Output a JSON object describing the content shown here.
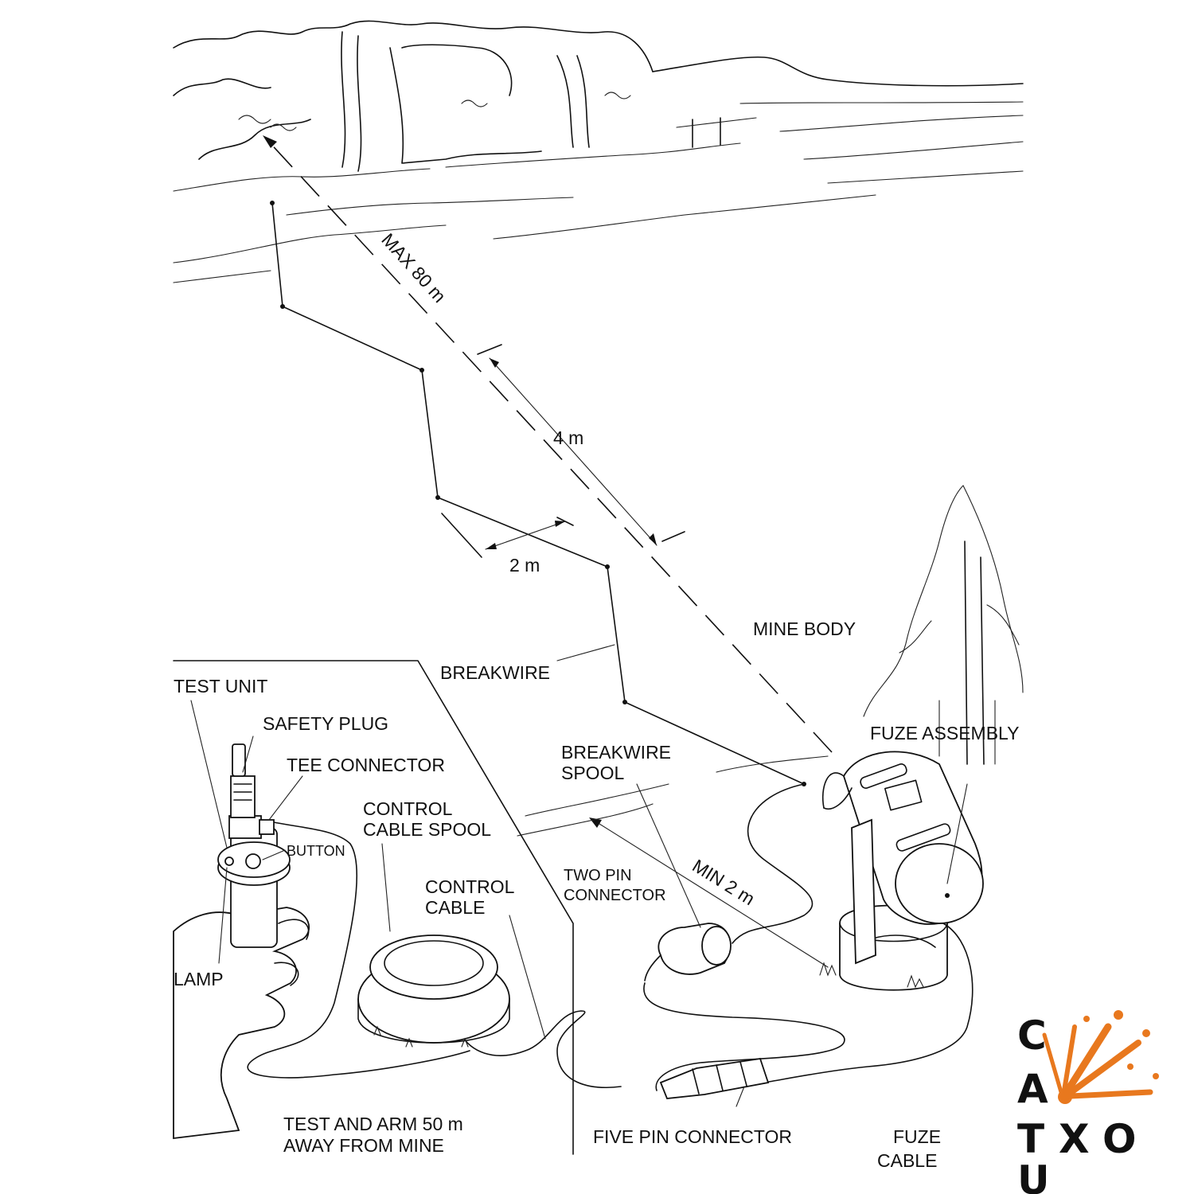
{
  "labels": {
    "max_distance": "MAX 80 m",
    "spacing_4m": "4 m",
    "spacing_2m": "2 m",
    "breakwire": "BREAKWIRE",
    "mine_body": "MINE BODY",
    "fuze_assembly": "FUZE ASSEMBLY",
    "test_unit": "TEST UNIT",
    "safety_plug": "SAFETY PLUG",
    "tee_connector": "TEE CONNECTOR",
    "breakwire_spool_line1": "BREAKWIRE",
    "breakwire_spool_line2": "SPOOL",
    "control_cable_spool_line1": "CONTROL",
    "control_cable_spool_line2": "CABLE SPOOL",
    "button": "BUTTON",
    "control_cable_line1": "CONTROL",
    "control_cable_line2": "CABLE",
    "two_pin_connector_line1": "TWO PIN",
    "two_pin_connector_line2": "CONNECTOR",
    "min_distance": "MIN 2 m",
    "lamp": "LAMP",
    "test_and_arm_line1": "TEST AND ARM 50 m",
    "test_and_arm_line2": "AWAY FROM MINE",
    "five_pin_connector": "FIVE PIN CONNECTOR",
    "fuze_cable_line1": "FUZE",
    "fuze_cable_line2": "CABLE"
  },
  "logo": {
    "letters": [
      "C",
      "A",
      "T",
      "U",
      "X",
      "O"
    ],
    "accent_color": "#e8781e",
    "text_color": "#111111"
  }
}
